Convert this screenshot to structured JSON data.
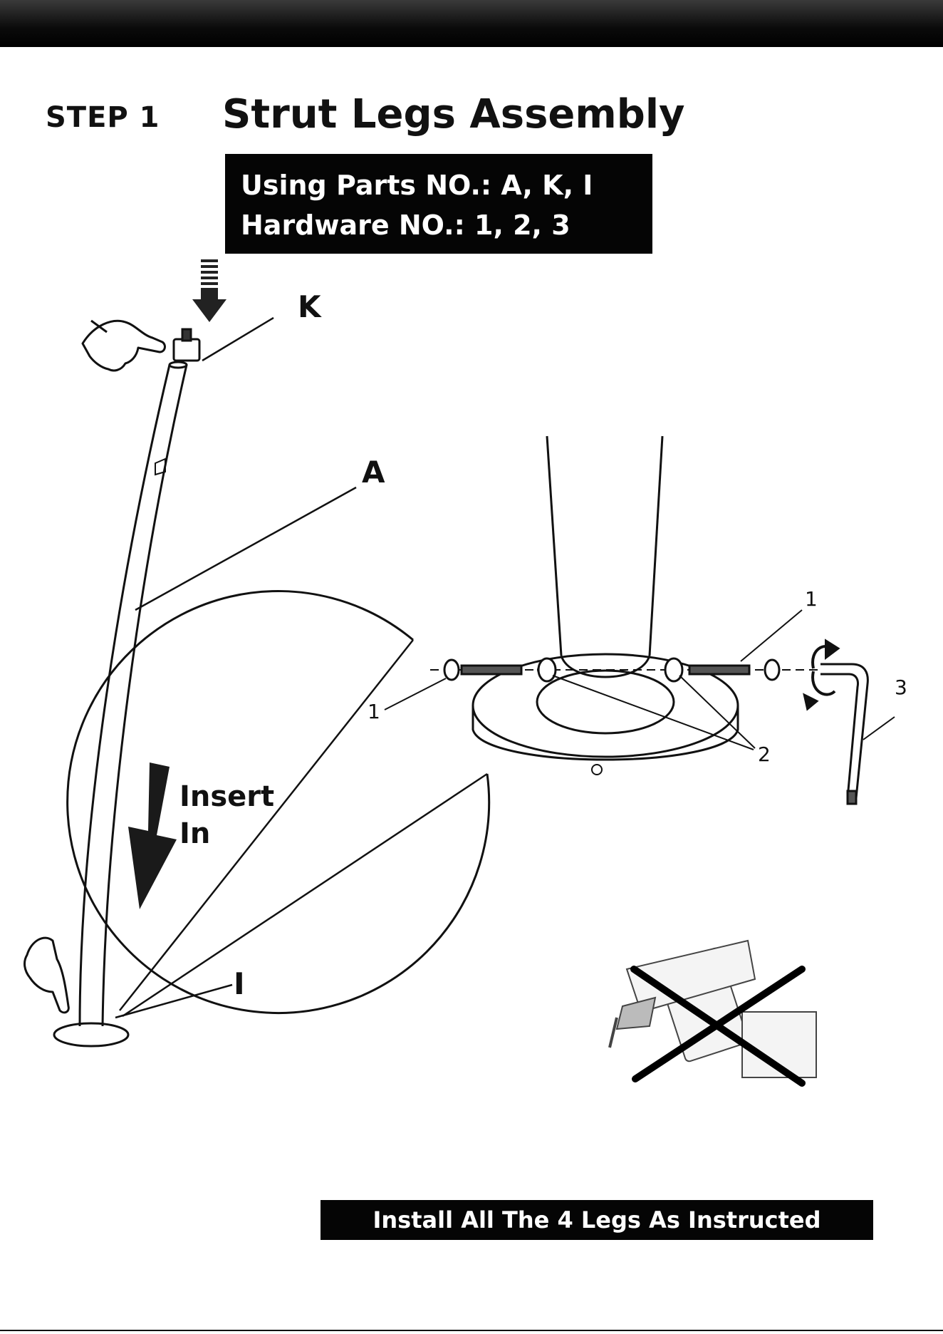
{
  "header": {
    "step": "STEP 1",
    "title": "Strut Legs Assembly"
  },
  "parts_box": {
    "line1": "Using Parts NO.: A, K, I",
    "line2": "Hardware NO.: 1, 2, 3"
  },
  "callouts": {
    "K": "K",
    "A": "A",
    "I": "I",
    "insert_line1": "Insert",
    "insert_line2": "In",
    "hw1_top": "1",
    "hw1_left": "1",
    "hw2": "2",
    "hw3": "3"
  },
  "footer": {
    "instruction": "Install All The 4 Legs As Instructed"
  }
}
